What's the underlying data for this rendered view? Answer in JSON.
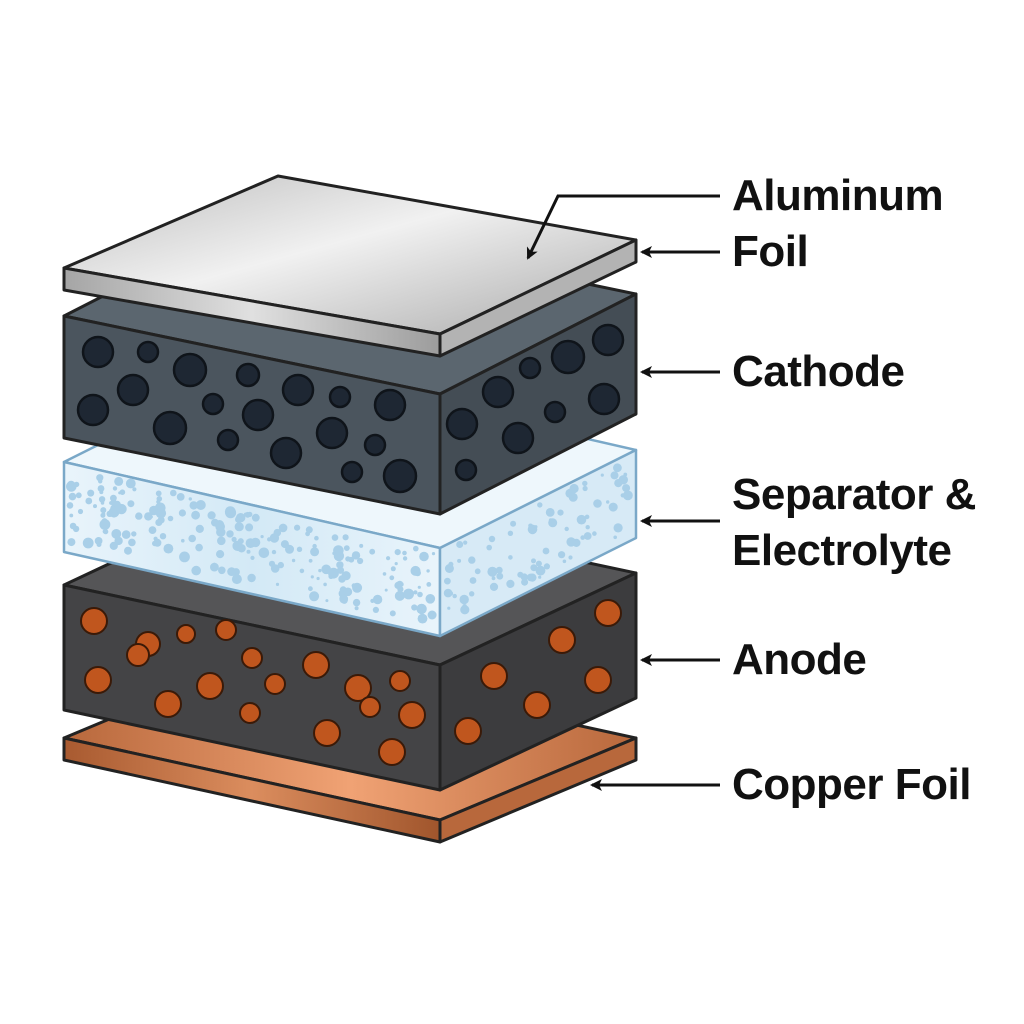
{
  "layers": [
    {
      "id": "aluminum-foil",
      "label_lines": [
        "Aluminum",
        "Foil"
      ],
      "color": "#c9c9c9"
    },
    {
      "id": "cathode",
      "label_lines": [
        "Cathode"
      ],
      "color": "#4b555e",
      "particle_color": "#1e2733"
    },
    {
      "id": "separator",
      "label_lines": [
        "Separator &",
        "Electrolyte"
      ],
      "color": "#dcedf8",
      "particle_color": "#a9cfe8"
    },
    {
      "id": "anode",
      "label_lines": [
        "Anode"
      ],
      "color": "#444446",
      "particle_color": "#c0561e"
    },
    {
      "id": "copper-foil",
      "label_lines": [
        "Copper Foil"
      ],
      "color": "#d78455"
    }
  ]
}
